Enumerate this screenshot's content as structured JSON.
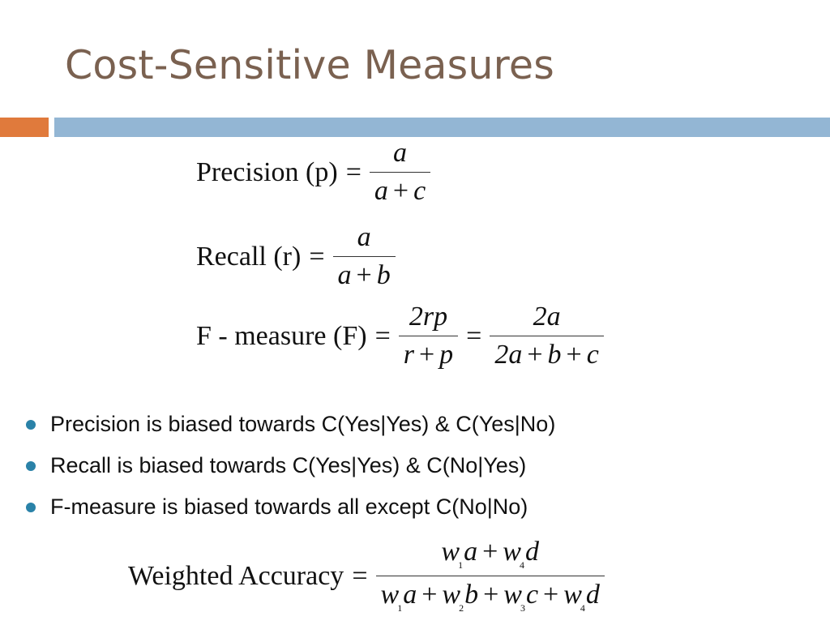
{
  "slide": {
    "title": "Cost-Sensitive Measures",
    "accent_color": "#e07a3c",
    "bar_color": "#93b6d4",
    "bullet_color": "#2a82a8",
    "title_color": "#7a6150"
  },
  "formulas": {
    "precision": {
      "lhs": "Precision (p)",
      "eq": "=",
      "num": "a",
      "den": [
        "a",
        "+",
        "c"
      ]
    },
    "recall": {
      "lhs": "Recall (r)",
      "eq": "=",
      "num": "a",
      "den": [
        "a",
        "+",
        "b"
      ]
    },
    "fmeasure": {
      "lhs": "F - measure (F)",
      "eq1": "=",
      "num1": "2rp",
      "den1": [
        "r",
        "+",
        "p"
      ],
      "eq2": "=",
      "num2": "2a",
      "den2": [
        "2a",
        "+",
        "b",
        "+",
        "c"
      ]
    },
    "weighted": {
      "lhs": "Weighted Accuracy",
      "eq": "=",
      "num": [
        [
          "w",
          "1",
          "a"
        ],
        "+",
        [
          "w",
          "4",
          "d"
        ]
      ],
      "den": [
        [
          "w",
          "1",
          "a"
        ],
        "+",
        [
          "w",
          "2",
          "b"
        ],
        "+",
        [
          "w",
          "3",
          "c"
        ],
        "+",
        [
          "w",
          "4",
          "d"
        ]
      ]
    }
  },
  "bullets": [
    "Precision is biased towards C(Yes|Yes) & C(Yes|No)",
    "Recall is biased towards C(Yes|Yes) & C(No|Yes)",
    "F-measure is biased towards all except C(No|No)"
  ]
}
